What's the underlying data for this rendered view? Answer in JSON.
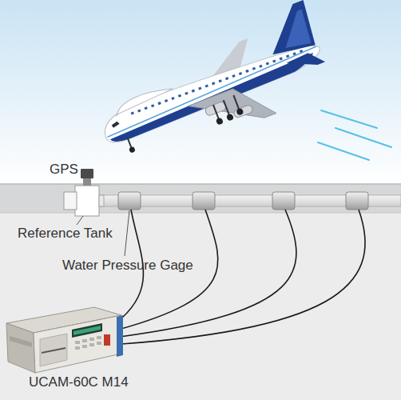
{
  "diagram": {
    "labels": [
      "GPS",
      "Reference Tank",
      "Water Pressure Gage",
      "UCAM-60C M14"
    ]
  }
}
